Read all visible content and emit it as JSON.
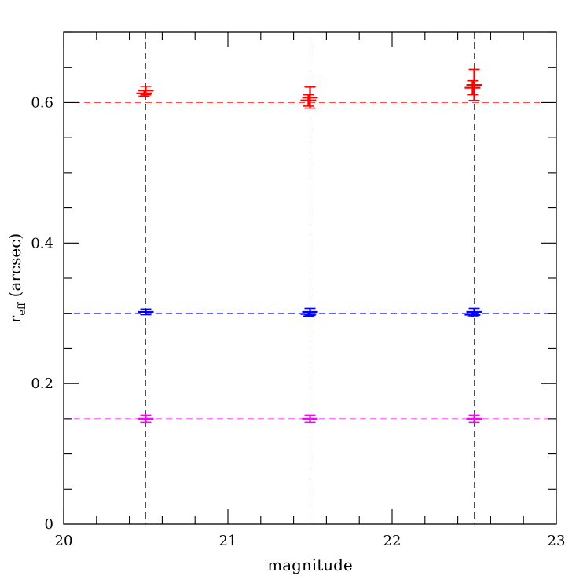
{
  "chart_data": {
    "type": "scatter",
    "title": "",
    "xlabel": "magnitude",
    "ylabel_main": "r",
    "ylabel_sub": "eff",
    "ylabel_rest": " (arcsec)",
    "xlim": [
      20,
      23
    ],
    "ylim": [
      0,
      0.7
    ],
    "x_ticks": [
      20,
      21,
      22,
      23
    ],
    "x_tick_labels": [
      "20",
      "21",
      "22",
      "23"
    ],
    "y_ticks": [
      0,
      0.2,
      0.4,
      0.6
    ],
    "y_tick_labels": [
      "0",
      "0.2",
      "0.4",
      "0.6"
    ],
    "grid": false,
    "reference_lines": {
      "vertical_x": [
        20.5,
        21.5,
        22.5
      ],
      "horizontal": [
        {
          "y": 0.6,
          "color": "#ff0000"
        },
        {
          "y": 0.3,
          "color": "#0000ff"
        },
        {
          "y": 0.15,
          "color": "#ff00ff"
        }
      ]
    },
    "series": [
      {
        "color": "#ff0000",
        "points": [
          {
            "x": 20.5,
            "y": 0.617,
            "err": 0.006
          },
          {
            "x": 20.49,
            "y": 0.613,
            "err": 0.004
          },
          {
            "x": 21.5,
            "y": 0.607,
            "err": 0.015
          },
          {
            "x": 21.49,
            "y": 0.603,
            "err": 0.008
          },
          {
            "x": 22.5,
            "y": 0.625,
            "err": 0.022
          },
          {
            "x": 22.49,
            "y": 0.621,
            "err": 0.01
          }
        ]
      },
      {
        "color": "#0000ff",
        "points": [
          {
            "x": 20.5,
            "y": 0.302,
            "err": 0.004
          },
          {
            "x": 21.5,
            "y": 0.302,
            "err": 0.005
          },
          {
            "x": 21.49,
            "y": 0.299,
            "err": 0.003
          },
          {
            "x": 22.5,
            "y": 0.302,
            "err": 0.005
          },
          {
            "x": 22.49,
            "y": 0.298,
            "err": 0.003
          }
        ]
      },
      {
        "color": "#ff00ff",
        "points": [
          {
            "x": 20.5,
            "y": 0.15,
            "err": 0.005
          },
          {
            "x": 21.5,
            "y": 0.15,
            "err": 0.005
          },
          {
            "x": 22.5,
            "y": 0.15,
            "err": 0.005
          }
        ]
      }
    ]
  }
}
